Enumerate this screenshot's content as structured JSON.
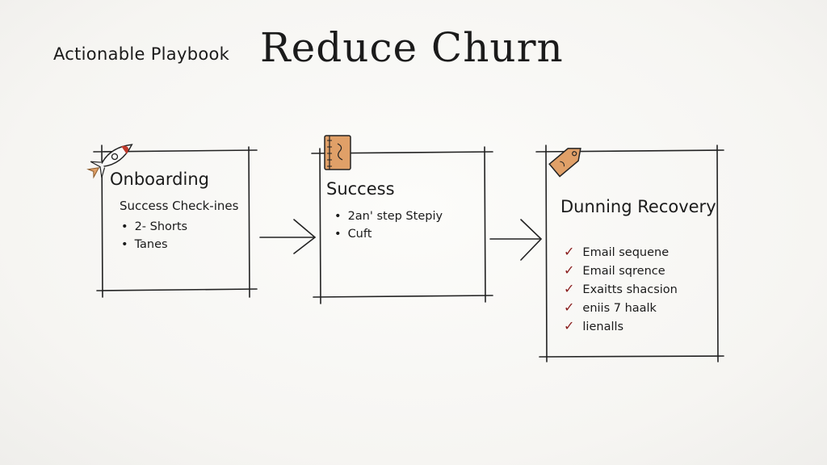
{
  "header": {
    "subtitle": "Actionable Playbook",
    "title": "Reduce Churn"
  },
  "cards": [
    {
      "title": "Onboarding",
      "subheading": "Success Check-ines",
      "items": [
        "2- Shorts",
        "Tanes"
      ],
      "icon": "rocket-icon"
    },
    {
      "title": "Success",
      "items": [
        "2an' step Stepiy",
        "Cuft"
      ],
      "icon": "notebook-icon"
    },
    {
      "title": "Dunning Recovery",
      "items": [
        "Email sequene",
        "Email sqrence",
        "Exaitts shacsion",
        "eniis 7 haalk",
        "lienalls"
      ],
      "icon": "tag-icon"
    }
  ],
  "colors": {
    "ink": "#1b1b1b",
    "accent": "#e0a068",
    "check": "#8a1e1e",
    "rocket_flame": "#c0392b"
  }
}
